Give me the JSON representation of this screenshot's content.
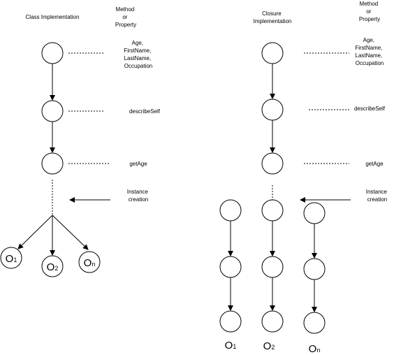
{
  "left_panel": {
    "title": "Class Implementation",
    "column_header": [
      "Method",
      "or",
      "Property"
    ],
    "properties_label": [
      "Age,",
      "FirstName,",
      "LastName,",
      "Occupation"
    ],
    "method_1_label": "describeSelf",
    "method_2_label": "getAge",
    "instance_label": [
      "Instance",
      "creation"
    ],
    "object_labels": [
      {
        "letter": "O",
        "sub": "1"
      },
      {
        "letter": "O",
        "sub": "2"
      },
      {
        "letter": "O",
        "sub": "n"
      }
    ]
  },
  "right_panel": {
    "title": [
      "Closure",
      "Implementation"
    ],
    "column_header": [
      "Method",
      "or",
      "Property"
    ],
    "properties_label": [
      "Age,",
      "FirstName,",
      "LastName,",
      "Occupation"
    ],
    "method_1_label": "describeSelf",
    "method_2_label": "getAge",
    "instance_label": [
      "Instance",
      "creation"
    ],
    "object_labels": [
      {
        "letter": "O",
        "sub": "1"
      },
      {
        "letter": "O",
        "sub": "2"
      },
      {
        "letter": "O",
        "sub": "n"
      }
    ]
  }
}
